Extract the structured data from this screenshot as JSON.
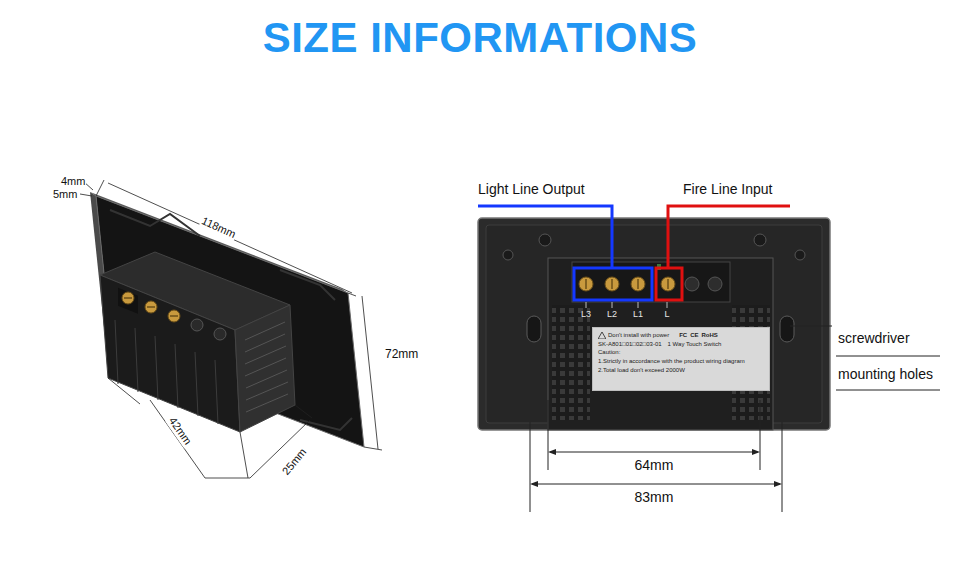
{
  "diagram": {
    "title": "SIZE INFORMATIONS",
    "nodes": [
      {
        "text": [
          "Don't install with power",
          "FC",
          "CE",
          "RoHS",
          "SK-A801□01□02□03-01",
          "1 Way Touch Switch",
          "Caution:",
          "1.Strictly in accordance with the product wiring diagram",
          "2.Total load don't exceed 2000W"
        ]
      }
    ],
    "labels": [
      "4mm",
      "5mm",
      "118mm",
      "72mm",
      "42mm",
      "25mm",
      "Light Line Output",
      "Fire Line Input",
      "L3",
      "L2",
      "L1",
      "L",
      "screwdriver",
      "mounting holes",
      "64mm",
      "83mm"
    ]
  }
}
